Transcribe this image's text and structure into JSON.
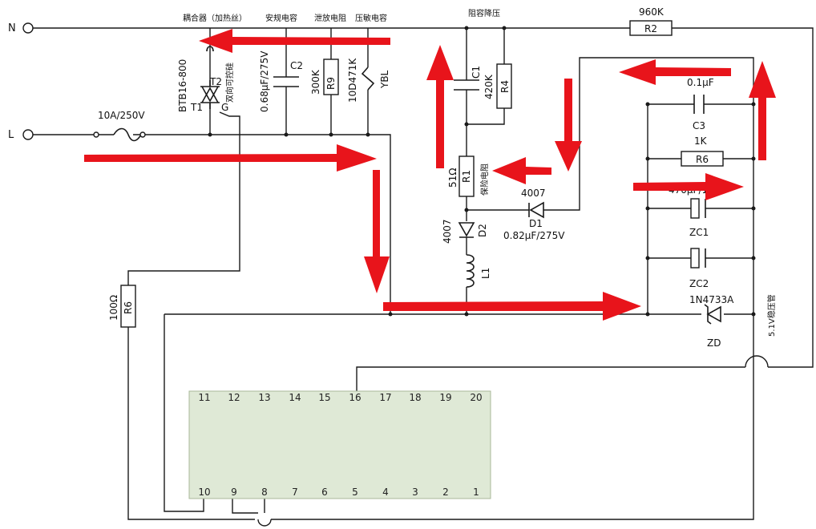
{
  "colors": {
    "wire": "#1a1a1a",
    "arrow": "#e8141b",
    "chip_fill": "#dfe9d6",
    "chip_stroke": "#a8b89a",
    "background": "#ffffff"
  },
  "terminals": {
    "n": "N",
    "l": "L"
  },
  "header_labels": {
    "coupler": "耦合器（加热丝）",
    "cap_x": "安规电容",
    "bleed_resistor": "泄放电阻",
    "varistor": "压敏电容",
    "rc_dropper": "阻容降压"
  },
  "components": {
    "triac_part": "BTB16-800",
    "triac_t2": "T2",
    "triac_t1": "T1",
    "triac_g": "G",
    "triac_desc": "双向可控硅",
    "fuse_value": "10A/250V",
    "c2_name": "C2",
    "c2_value": "0.68μF/275V",
    "r9_name": "R9",
    "r9_value": "300K",
    "ybl_name": "YBL",
    "ybl_value": "10D471K",
    "c1_name": "C1",
    "c1_value": "0.82μF/275V",
    "r4_name": "R4",
    "r4_value": "420K",
    "r2_name": "R2",
    "r2_value": "960K",
    "r1_name": "R1",
    "r1_value": "51Ω",
    "r1_desc": "保险电阻",
    "d1_name": "D1",
    "d1_value": "4007",
    "d2_name": "D2",
    "d2_value": "4007",
    "l1_name": "L1",
    "c3_name": "C3",
    "c3_value": "0.1μF",
    "r6_name": "R6",
    "r6_value": "1K",
    "zc1_name": "ZC1",
    "zc1_value": "470μF/1",
    "zc2_name": "ZC2",
    "zd_name": "ZD",
    "zd_value": "1N4733A",
    "zd_desc": "5.1V稳压管",
    "r6b_name": "R6",
    "r6b_value": "100Ω"
  },
  "chip": {
    "top_pins": [
      "11",
      "12",
      "13",
      "14",
      "15",
      "16",
      "17",
      "18",
      "19",
      "20"
    ],
    "bottom_pins": [
      "10",
      "9",
      "8",
      "7",
      "6",
      "5",
      "4",
      "3",
      "2",
      "1"
    ]
  }
}
